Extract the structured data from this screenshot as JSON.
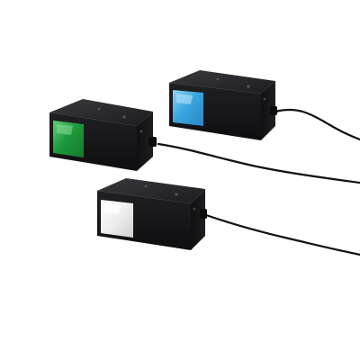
{
  "scene": {
    "background": "#ffffff",
    "housing_color": "#1a1a1c",
    "cable_color": "#111111"
  },
  "lights": [
    {
      "name": "blue-light-unit",
      "lens_color": "#3aa6e0",
      "lens_highlight": "#8fd3f5"
    },
    {
      "name": "green-light-unit",
      "lens_color": "#1e9a3c",
      "lens_highlight": "#5fd07a"
    },
    {
      "name": "white-light-unit",
      "lens_color": "#e8e8e8",
      "lens_highlight": "#ffffff"
    }
  ]
}
